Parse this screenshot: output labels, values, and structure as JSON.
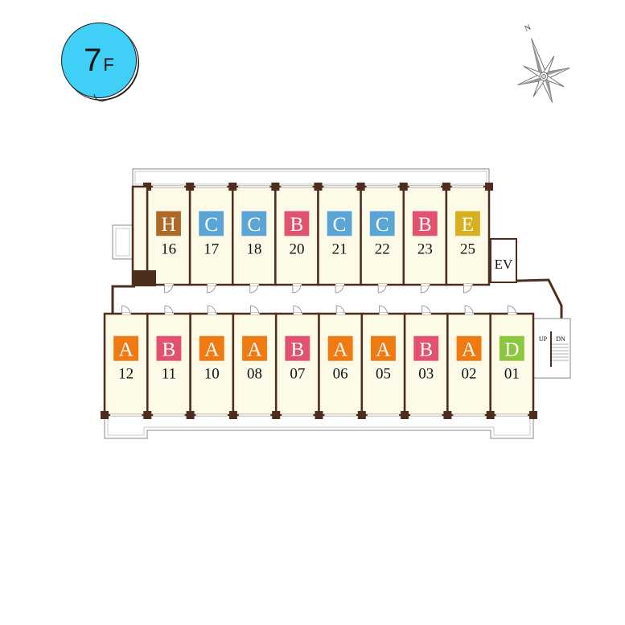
{
  "floor": {
    "number": "7",
    "unit": "F"
  },
  "compass": {
    "north": "N"
  },
  "colors": {
    "A": "#f07a12",
    "B": "#e2516f",
    "C": "#5aa4d6",
    "D": "#8cc63f",
    "E": "#d7b020",
    "H": "#ad6a2a",
    "wall": "#4e2c1e",
    "room_fill": "#fdfbe8",
    "badge": "#3fcff7"
  },
  "north_rooms": [
    {
      "type": "H",
      "number": "16"
    },
    {
      "type": "C",
      "number": "17"
    },
    {
      "type": "C",
      "number": "18"
    },
    {
      "type": "B",
      "number": "20"
    },
    {
      "type": "C",
      "number": "21"
    },
    {
      "type": "C",
      "number": "22"
    },
    {
      "type": "B",
      "number": "23"
    },
    {
      "type": "E",
      "number": "25"
    }
  ],
  "south_rooms": [
    {
      "type": "A",
      "number": "12"
    },
    {
      "type": "B",
      "number": "11"
    },
    {
      "type": "A",
      "number": "10"
    },
    {
      "type": "A",
      "number": "08"
    },
    {
      "type": "B",
      "number": "07"
    },
    {
      "type": "A",
      "number": "06"
    },
    {
      "type": "A",
      "number": "05"
    },
    {
      "type": "B",
      "number": "03"
    },
    {
      "type": "A",
      "number": "02"
    },
    {
      "type": "D",
      "number": "01"
    }
  ],
  "elevator": {
    "label": "EV"
  },
  "stairs": {
    "up": "UP",
    "down": "DN"
  }
}
